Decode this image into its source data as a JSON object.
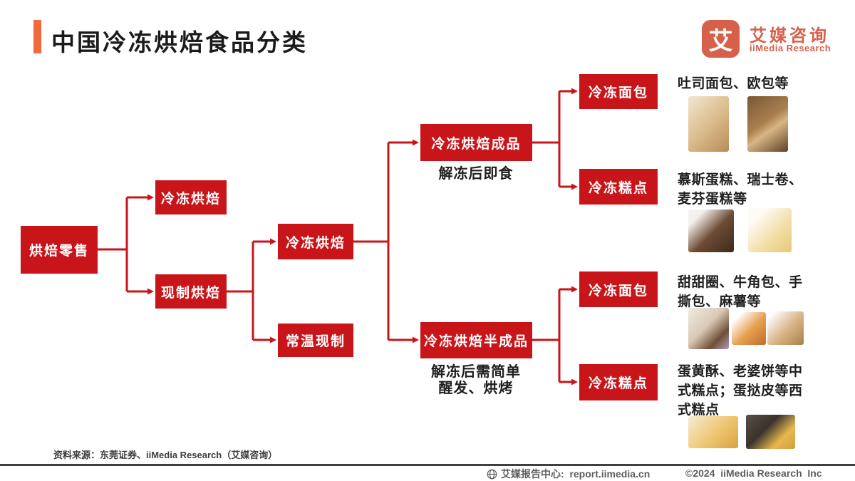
{
  "header": {
    "title": "中国冷冻烘焙食品分类"
  },
  "brand": {
    "logo_glyph": "艾",
    "name_cn": "艾媒咨询",
    "name_en": "iiMedia Research",
    "color": "#D7604A"
  },
  "colors": {
    "accent_orange": "#F2693C",
    "node_red": "#C8151A",
    "title_text": "#1B1B1B",
    "footer_text": "#5E5E5E"
  },
  "flowchart": {
    "nodes": {
      "root": {
        "label": "烘焙零售"
      },
      "l2_frozen": {
        "label": "冷冻烘焙"
      },
      "l2_fresh": {
        "label": "现制烘焙"
      },
      "l3_frozen": {
        "label": "冷冻烘焙"
      },
      "l3_ambient": {
        "label": "常温现制"
      },
      "l4_finished": {
        "label": "冷冻烘焙成品",
        "note": "解冻后即食"
      },
      "l4_semi": {
        "label": "冷冻烘焙半成品",
        "note": "解冻后需简单醒发、烘烤"
      },
      "l5_finished_bread": {
        "label": "冷冻面包",
        "desc": "吐司面包、欧包等",
        "photos": [
          "toast-bread",
          "european-bread"
        ]
      },
      "l5_finished_pastry": {
        "label": "冷冻糕点",
        "desc": "慕斯蛋糕、瑞士卷、麦芬蛋糕等",
        "photos": [
          "mousse-cake",
          "swiss-roll"
        ]
      },
      "l5_semi_bread": {
        "label": "冷冻面包",
        "desc": "甜甜圈、牛角包、手撕包、麻薯等",
        "photos": [
          "donut",
          "croissant",
          "mochi-bread"
        ]
      },
      "l5_semi_pastry": {
        "label": "冷冻糕点",
        "desc": "蛋黄酥、老婆饼等中式糕点；蛋挞皮等西式糕点",
        "photos": [
          "egg-yolk-pastry",
          "egg-tart"
        ]
      }
    }
  },
  "source": {
    "label": "资料来源：东莞证券、iiMedia Research（艾媒咨询）"
  },
  "footer": {
    "report_center": "艾媒报告中心:  report.iimedia.cn",
    "copyright": "©2024  iiMedia Research  Inc"
  }
}
